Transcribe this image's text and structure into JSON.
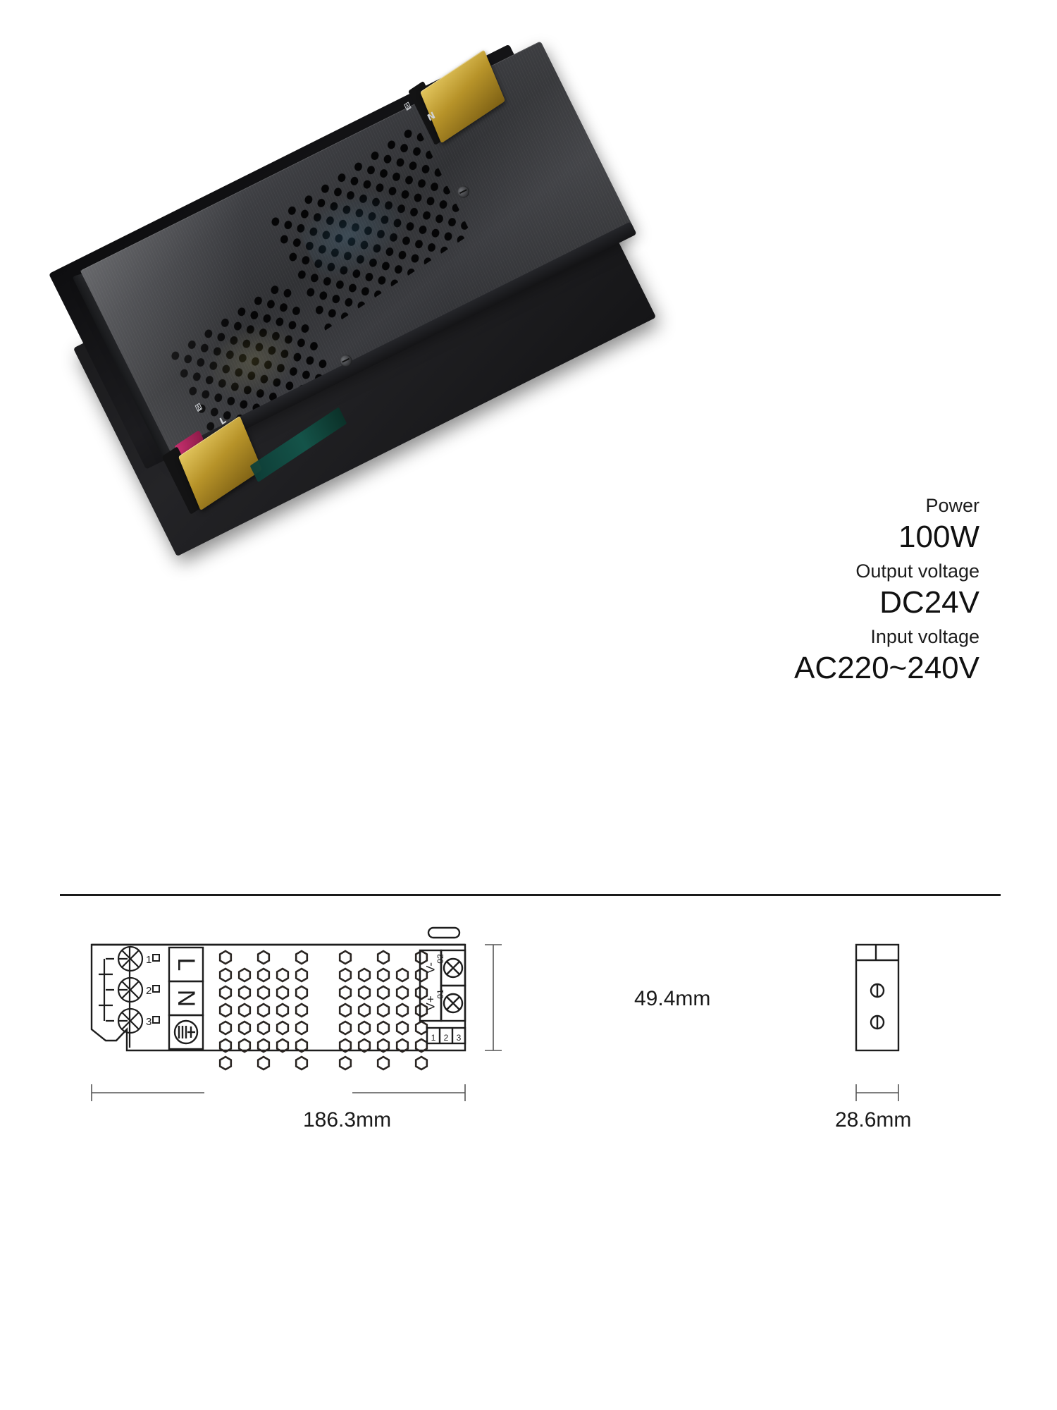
{
  "product": {
    "name": "slim-led-power-supply",
    "body_color": "#35363a",
    "terminal_color": "#c9a73e",
    "marks": {
      "earth": "⍍",
      "neutral": "N",
      "live": "L"
    }
  },
  "specs": [
    {
      "label": "Power",
      "value": "100W"
    },
    {
      "label": "Output voltage",
      "value": "DC24V"
    },
    {
      "label": "Input voltage",
      "value": "AC220~240V"
    }
  ],
  "drawing": {
    "front_view": {
      "input_terminal": {
        "pin_numbers": [
          "1",
          "2",
          "3"
        ],
        "pin_labels": [
          "L",
          "N",
          "⍍"
        ]
      },
      "output_terminal": {
        "labels": [
          "V-",
          "V+"
        ],
        "pin_numbers": [
          "02",
          "01"
        ],
        "footer_numbers": [
          "1",
          "2",
          "3"
        ]
      }
    },
    "dimensions": {
      "width": "186.3mm",
      "height": "49.4mm",
      "depth": "28.6mm"
    }
  }
}
